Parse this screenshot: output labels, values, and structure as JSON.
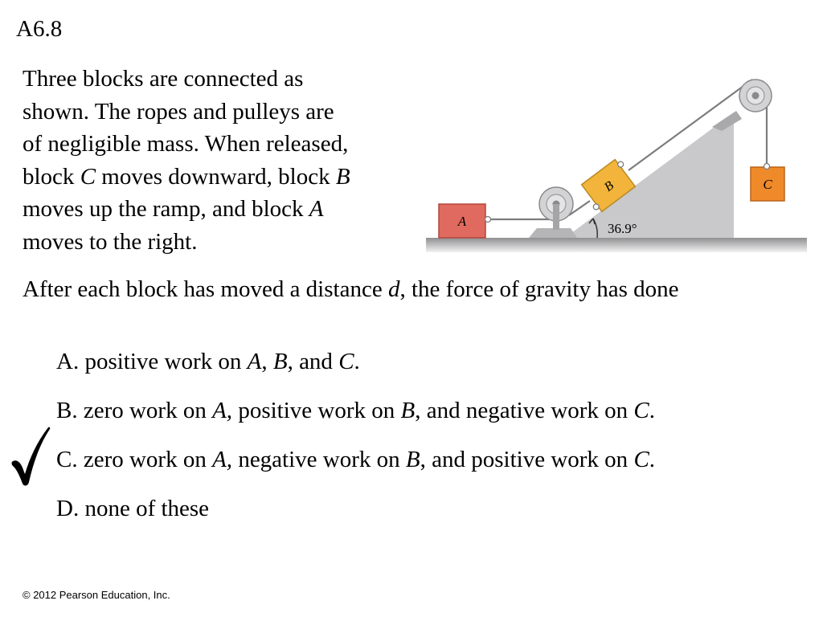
{
  "slide": {
    "number": "A6.8"
  },
  "question": {
    "lines": [
      [
        {
          "t": "Three blocks are connected as"
        }
      ],
      [
        {
          "t": "shown. The ropes and pulleys are"
        }
      ],
      [
        {
          "t": "of negligible mass. When released,"
        }
      ],
      [
        {
          "t": "block "
        },
        {
          "t": "C",
          "i": true
        },
        {
          "t": " moves downward, block "
        },
        {
          "t": "B",
          "i": true
        }
      ],
      [
        {
          "t": "moves up the ramp, and block "
        },
        {
          "t": "A",
          "i": true
        }
      ],
      [
        {
          "t": "moves to the right."
        }
      ]
    ]
  },
  "prompt": [
    {
      "t": "After each block has moved a distance "
    },
    {
      "t": "d",
      "i": true
    },
    {
      "t": ", the force of gravity has done"
    }
  ],
  "choices": {
    "a": [
      {
        "t": "A. positive work on "
      },
      {
        "t": "A",
        "i": true
      },
      {
        "t": ", "
      },
      {
        "t": "B",
        "i": true
      },
      {
        "t": ", and "
      },
      {
        "t": "C",
        "i": true
      },
      {
        "t": "."
      }
    ],
    "b": [
      {
        "t": "B. zero work on "
      },
      {
        "t": "A,",
        "i": true
      },
      {
        "t": " positive work on "
      },
      {
        "t": "B",
        "i": true
      },
      {
        "t": ", and negative work on "
      },
      {
        "t": "C",
        "i": true
      },
      {
        "t": "."
      }
    ],
    "c": [
      {
        "t": "C. zero work on "
      },
      {
        "t": "A,",
        "i": true
      },
      {
        "t": " negative work on "
      },
      {
        "t": "B",
        "i": true
      },
      {
        "t": ", and positive work on "
      },
      {
        "t": "C",
        "i": true
      },
      {
        "t": "."
      }
    ],
    "d": [
      {
        "t": "D. none of these"
      }
    ]
  },
  "marked_answer": "C",
  "diagram": {
    "block_a_label": "A",
    "block_b_label": "B",
    "block_c_label": "C",
    "angle_label": "36.9°",
    "colors": {
      "block_a": "#e06a5f",
      "block_b": "#f2b43a",
      "block_c": "#ef8a2a",
      "ramp": "#c9c9cb",
      "floor": "#9c9c9e",
      "pulley": "#d3d3d5",
      "rope": "#7d7d80"
    }
  },
  "footer": {
    "copyright": "© 2012 Pearson Education, Inc."
  }
}
